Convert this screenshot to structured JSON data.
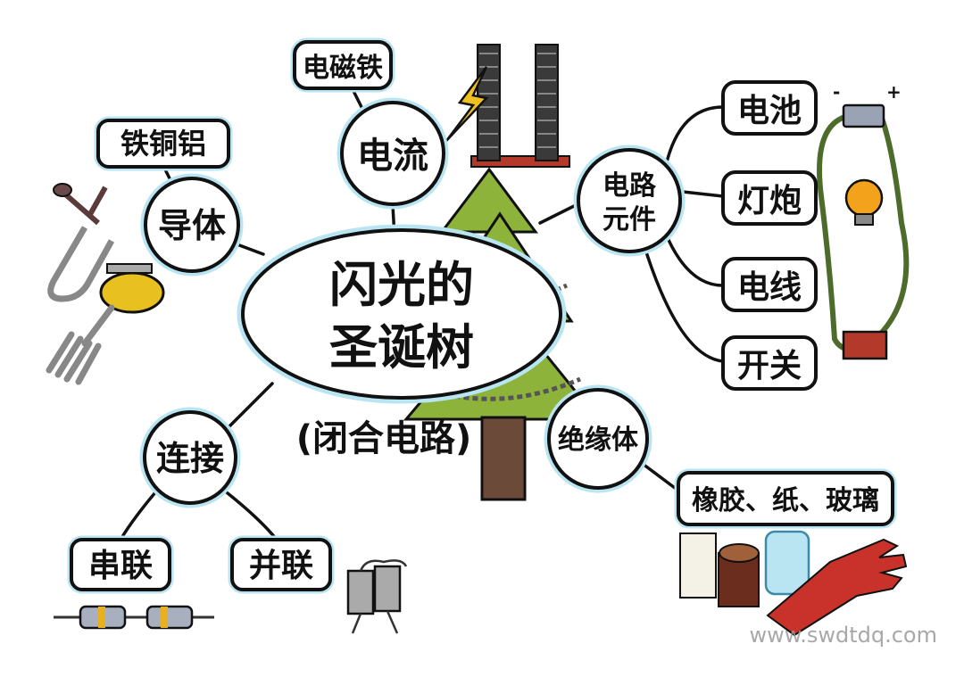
{
  "center": {
    "line1": "闪光的",
    "line2": "圣诞树",
    "subtitle": "(闭合电路)"
  },
  "branches": {
    "current": {
      "label": "电流",
      "child": "电磁铁"
    },
    "conductor": {
      "label": "导体",
      "child": "铁铜铝"
    },
    "components": {
      "label_line1": "电路",
      "label_line2": "元件",
      "children": [
        "电池",
        "灯炮",
        "电线",
        "开关"
      ]
    },
    "connection": {
      "label": "连接",
      "children": [
        "串联",
        "并联"
      ]
    },
    "insulator": {
      "label": "绝缘体",
      "child": "橡胶、纸、玻璃"
    }
  },
  "battery_signs": {
    "minus": "-",
    "plus": "+"
  },
  "watermark": "www.swdtdq.com",
  "colors": {
    "tree": "#8db33a",
    "trunk": "#6b4a3a",
    "lightning": "#f0c020",
    "bulb": "#f3a21b",
    "wire": "#4d6b2a",
    "halo": "#b9e4f2"
  }
}
